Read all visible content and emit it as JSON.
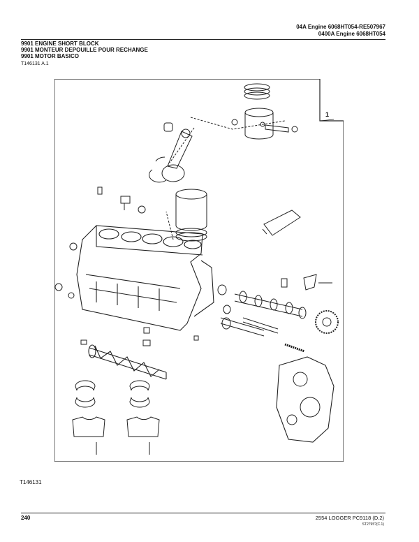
{
  "header": {
    "line1": "04A  Engine  6068HT054-RE507967",
    "line2": "0400A  Engine  6068HT054"
  },
  "titles": [
    "9901 ENGINE SHORT BLOCK",
    "9901 MONTEUR DEPOUILLE POUR RECHANGE",
    "9901 MOTOR BASICO"
  ],
  "illustration_ref_top": "T146131 A.1",
  "callout": "1",
  "illustration_ref_bottom": "T146131",
  "footer": {
    "page_number": "240",
    "right": "2554 LOGGER    PC9118    (D.2)",
    "code": "ST2795?(C.1)"
  }
}
